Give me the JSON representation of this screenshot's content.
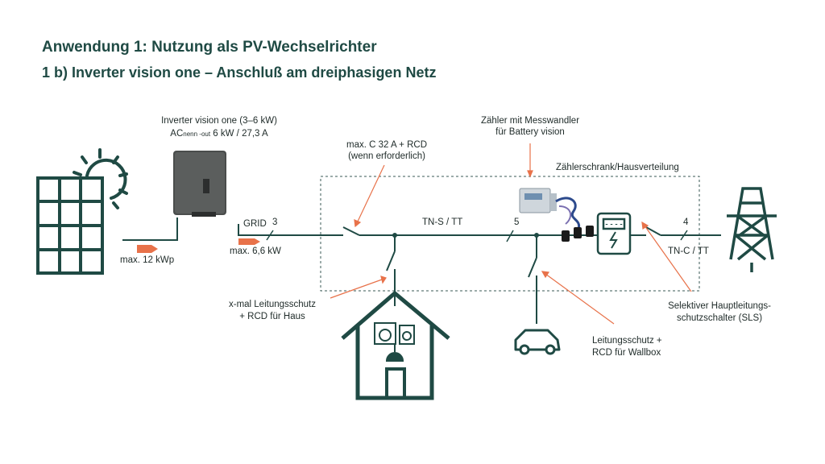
{
  "header": {
    "title": "Anwendung 1: Nutzung als PV-Wechselrichter",
    "subtitle": "1 b) Inverter vision one – Anschluß am dreiphasigen Netz"
  },
  "labels": {
    "inverter_line1": "Inverter vision one (3–6 kW)",
    "inverter_ac_prefix": "AC",
    "inverter_ac_sub": "nenn -out",
    "inverter_ac_value": " 6 kW / 27,3 A",
    "pv_max": "max. 12 kWp",
    "grid": "GRID",
    "grid_num": "3",
    "grid_max": "max. 6,6 kW",
    "breaker_line1": "max. C 32 A + RCD",
    "breaker_line2": "(wenn erforderlich)",
    "tn_s": "TN-S / TT",
    "num_5": "5",
    "meter_line1": "Zähler mit Messwandler",
    "meter_line2": "für Battery vision",
    "cabinet": "Zählerschrank/Hausverteilung",
    "num_4": "4",
    "tn_c": "TN-C / TT",
    "house_prot_line1": "x-mal Leitungsschutz",
    "house_prot_line2": "+ RCD für Haus",
    "wallbox_line1": "Leitungsschutz +",
    "wallbox_line2": "RCD für Wallbox",
    "sls_line1": "Selektiver Hauptleitungs-",
    "sls_line2": "schutzschalter (SLS)"
  },
  "colors": {
    "line": "#1f4a44",
    "accent": "#e8724a",
    "dashed_box": "#3a5a55",
    "inverter_body": "#4a4d4c"
  }
}
